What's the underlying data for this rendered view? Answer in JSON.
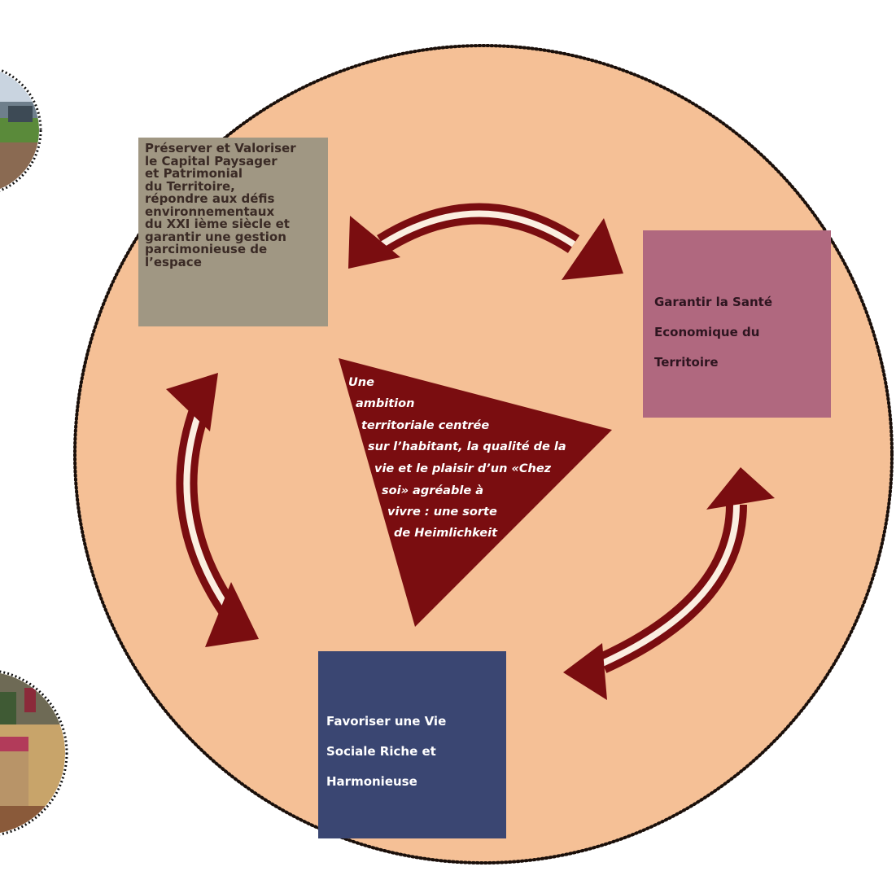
{
  "colors": {
    "circle_fill": "#f5c096",
    "arrow_dark": "#7a0d10",
    "arrow_light": "#fbeee0",
    "box_environment": "#a09783",
    "box_economy": "#b0687f",
    "box_social": "#3a4672",
    "triangle": "#7a0d10"
  },
  "boxes": {
    "environment": {
      "lines": [
        "Préserver et Valoriser",
        "le Capital Paysager",
        "et Patrimonial",
        "du Territoire,",
        "répondre aux défis",
        "environnementaux",
        "du XXI ième siècle et",
        "garantir une gestion",
        "parcimonieuse de",
        "l’espace"
      ]
    },
    "economy": {
      "lines": [
        "Garantir la Santé",
        "Economique du",
        "Territoire"
      ]
    },
    "social": {
      "lines": [
        "Favoriser une Vie",
        "Sociale Riche  et",
        "Harmonieuse"
      ]
    }
  },
  "center": {
    "lines": [
      "Une",
      "ambition",
      "territoriale centrée",
      "sur l’habitant, la qualité de la",
      "vie et le plaisir d’un «Chez",
      "soi» agréable à",
      "vivre : une sorte",
      "de Heimlichkeit"
    ]
  },
  "arrows": [
    {
      "from": "environment",
      "to": "economy"
    },
    {
      "from": "environment",
      "to": "social"
    },
    {
      "from": "economy",
      "to": "social"
    }
  ]
}
